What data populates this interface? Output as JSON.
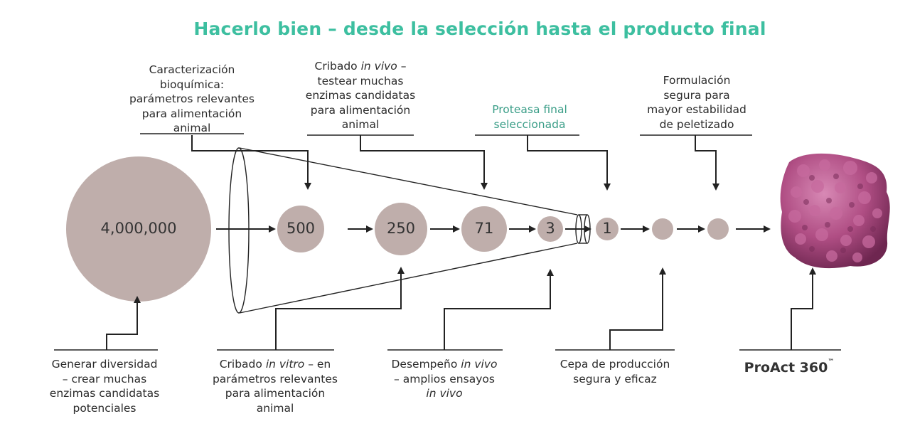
{
  "title": "Hacerlo bien – desde la selección hasta el producto final",
  "nodes": [
    {
      "label": "4,000,000"
    },
    {
      "label": "500"
    },
    {
      "label": "250"
    },
    {
      "label": "71"
    },
    {
      "label": "3"
    },
    {
      "label": "1"
    },
    {
      "label": ""
    },
    {
      "label": ""
    }
  ],
  "top_labels": [
    {
      "lines": [
        "Caracterización",
        "bioquímica:",
        "parámetros relevantes",
        "para alimentación",
        "animal"
      ]
    },
    {
      "line1_pre": "Cribado ",
      "line1_em": "in vivo",
      "line1_post": " –",
      "lines": [
        "testear muchas",
        "enzimas candidatas",
        "para alimentación",
        "animal"
      ]
    },
    {
      "lines": [
        "Proteasa final",
        "seleccionada"
      ]
    },
    {
      "lines": [
        "Formulación",
        "segura para",
        "mayor estabilidad",
        "de peletizado"
      ]
    }
  ],
  "bottom_labels": [
    {
      "lines": [
        "Generar diversidad",
        "– crear muchas",
        "enzimas candidatas",
        "potenciales"
      ]
    },
    {
      "line1_pre": "Cribado ",
      "line1_em": "in vitro",
      "line1_post": " – en",
      "lines": [
        "parámetros relevantes",
        "para alimentación",
        "animal"
      ]
    },
    {
      "line1_pre": "Desempeño ",
      "line1_em": "in vivo",
      "line2": "– amplios ensayos",
      "line3_em": "in vivo"
    },
    {
      "lines": [
        "Cepa de producción",
        "segura y eficaz"
      ]
    }
  ],
  "product": {
    "name": "ProAct 360",
    "trademark": "™",
    "icon": "protein-molecule-icon"
  },
  "colors": {
    "title": "#3dbfa0",
    "circle": "#bfaeab",
    "highlight_label": "#3b9e88",
    "lines": "#222222",
    "protein": "#b04e84"
  }
}
